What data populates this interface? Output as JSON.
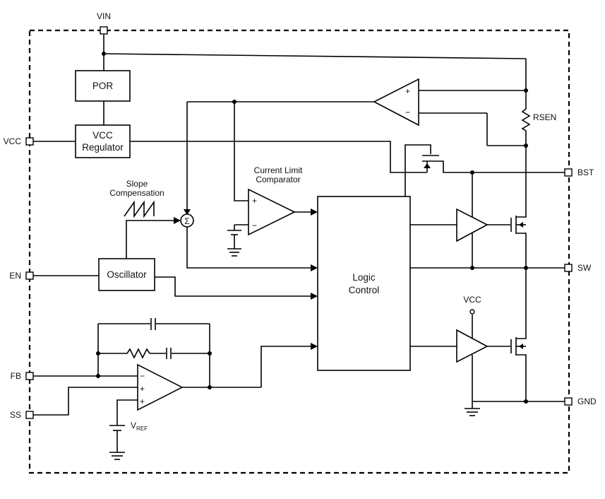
{
  "pins": {
    "vin": "VIN",
    "vcc": "VCC",
    "en": "EN",
    "fb": "FB",
    "ss": "SS",
    "bst": "BST",
    "sw": "SW",
    "gnd": "GND"
  },
  "blocks": {
    "por": "POR",
    "vcc_regulator_line1": "VCC",
    "vcc_regulator_line2": "Regulator",
    "oscillator": "Oscillator",
    "logic_line1": "Logic",
    "logic_line2": "Control"
  },
  "labels": {
    "current_limit_line1": "Current Limit",
    "current_limit_line2": "Comparator",
    "slope_line1": "Slope",
    "slope_line2": "Compensation",
    "rsen": "RSEN",
    "vcc_supply": "VCC",
    "vref_main": "V",
    "vref_sub": "REF",
    "sigma": "Σ",
    "plus": "+",
    "minus": "−"
  }
}
